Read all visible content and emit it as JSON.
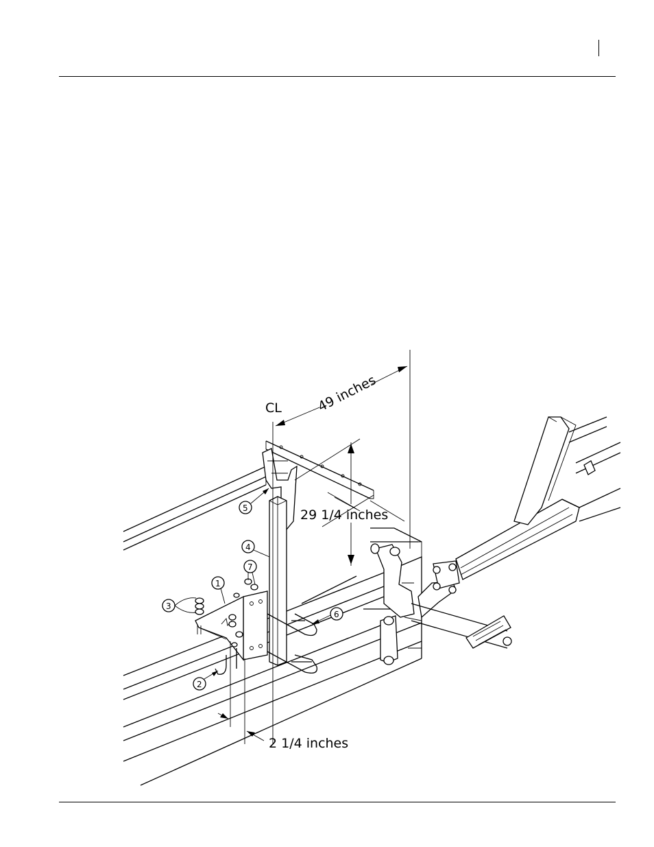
{
  "figure": {
    "centerline_symbol": "CL",
    "dimensions": {
      "width_from_centerline": "49 inches",
      "height": "29 1/4 inches",
      "offset": "2 1/4 inches"
    },
    "callouts": [
      "1",
      "2",
      "3",
      "4",
      "5",
      "6",
      "7"
    ]
  }
}
